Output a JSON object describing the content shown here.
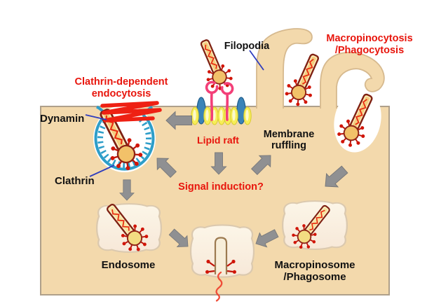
{
  "labels": {
    "clathrin_endocytosis": {
      "line1": "Clathrin-dependent",
      "line2": "endocytosis"
    },
    "dynamin": "Dynamin",
    "clathrin": "Clathrin",
    "filopodia": "Filopodia",
    "macropinocytosis": {
      "line1": "Macropinocytosis",
      "line2": "/Phagocytosis"
    },
    "lipid_raft": "Lipid raft",
    "membrane_ruffling": {
      "line1": "Membrane",
      "line2": "ruffling"
    },
    "signal_induction": "Signal induction?",
    "endosome": "Endosome",
    "macropinosome": {
      "line1": "Macropinosome",
      "line2": "/Phagosome"
    }
  },
  "flow": [
    {
      "from": "Lipid raft",
      "to": "Clathrin-dependent endocytosis"
    },
    {
      "from": "Lipid raft",
      "to": "Signal induction?"
    },
    {
      "from": "Signal induction?",
      "to": "Clathrin-dependent endocytosis"
    },
    {
      "from": "Signal induction?",
      "to": "Membrane ruffling"
    },
    {
      "from": "Clathrin-coated pit",
      "to": "Endosome"
    },
    {
      "from": "Endosome",
      "to": "Uncoating vesicle"
    },
    {
      "from": "Macropinosome/Phagosome",
      "to": "Uncoating vesicle"
    },
    {
      "from": "Membrane ruffling",
      "to": "Macropinosome/Phagosome"
    }
  ],
  "colors": {
    "background": "#FFFFFF",
    "cell_body": "#F3D9AC",
    "cell_border": "#AFA08A",
    "label_red": "#E8150C",
    "label_black": "#111111",
    "clathrin_blue": "#2E9EC9",
    "dynamin_red": "#EE2013",
    "receptor_pink": "#F33F78",
    "arrow_gray": "#8F9092",
    "vesicle_cream": "#FBF3E3",
    "virus_body": "#F2C169",
    "virus_rod": "#F4CD7E",
    "virus_spike": "#C01308",
    "lipid_yellow": "#F7EE58",
    "lipid_blue": "#3A83B8",
    "rna_red": "#E92C12",
    "pointer_line_blue": "#2F3DBE"
  }
}
